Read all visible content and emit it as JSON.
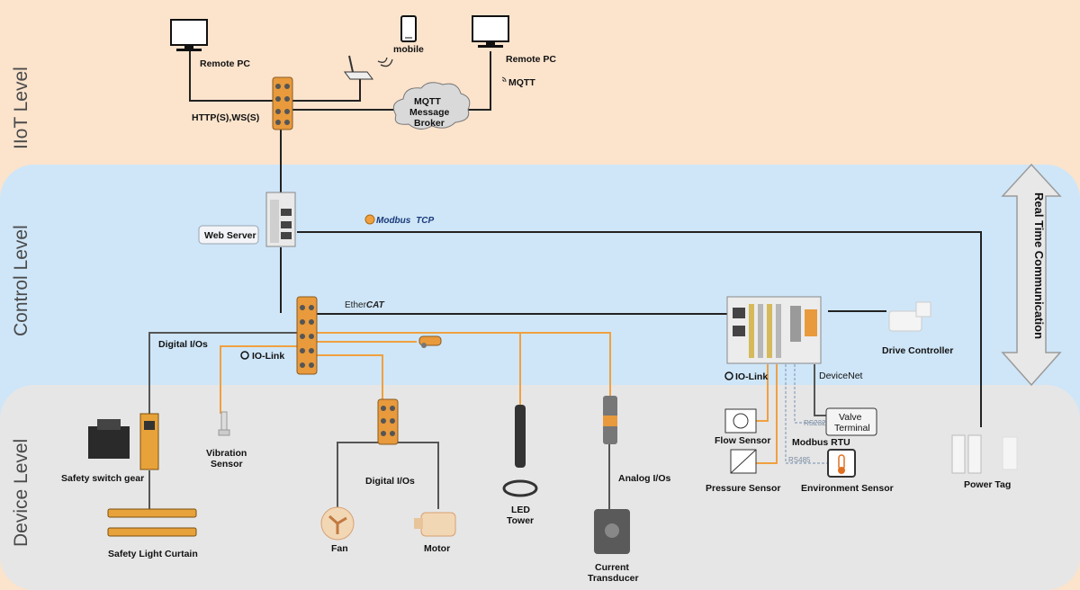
{
  "levels": {
    "iiot": "IIoT Level",
    "control": "Control Level",
    "device": "Device Level"
  },
  "realtime_label": "Real Time Communication",
  "protocols": {
    "http": "HTTP(S),WS(S)",
    "mqtt": "MQTT",
    "modbus": "Modbus",
    "modbus_tcp": "TCP",
    "ethercat_a": "Ether",
    "ethercat_b": "CAT",
    "iolink_a": "IO-Link",
    "iolink_b": "IO-Link",
    "devicenet_a": "Device",
    "devicenet_b": "Net",
    "modbus_rtu": "Modbus RTU",
    "rs232": "RS232",
    "rs485": "RS485"
  },
  "nodes": {
    "remote_pc_1": "Remote PC",
    "remote_pc_2": "Remote PC",
    "mobile": "mobile",
    "mqtt_broker": [
      "MQTT",
      "Message",
      "Broker"
    ],
    "web_server": "Web Server",
    "digital_ios_1": "Digital I/Os",
    "digital_ios_2": "Digital I/Os",
    "analog_ios": "Analog I/Os",
    "vibration_sensor": [
      "Vibration",
      "Sensor"
    ],
    "safety_switch_gear": "Safety switch gear",
    "safety_light_curtain": "Safety Light Curtain",
    "fan": "Fan",
    "motor": "Motor",
    "led_tower": [
      "LED",
      "Tower"
    ],
    "current_transducer": [
      "Current",
      "Transducer"
    ],
    "flow_sensor": "Flow Sensor",
    "pressure_sensor": "Pressure Sensor",
    "environment_sensor": "Environment Sensor",
    "valve_terminal": [
      "Valve",
      "Terminal"
    ],
    "drive_controller": "Drive Controller",
    "power_tag": "Power Tag"
  },
  "colors": {
    "iiot_bg": "#fbe3cc",
    "control_bg": "#cfe6f8",
    "device_bg": "#e6e6e6",
    "orange": "#f0a040",
    "io_module": "#e89a3c"
  }
}
